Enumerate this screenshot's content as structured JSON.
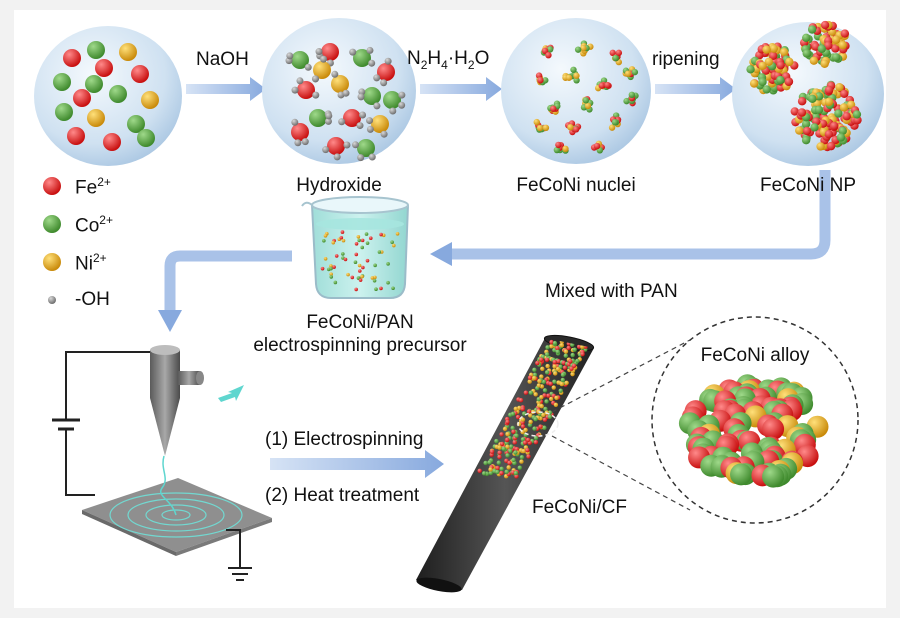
{
  "steps": {
    "naoh": "NaOH",
    "hydrazine_base": "N",
    "hydrazine_sub1": "2",
    "hydrazine_h": "H",
    "hydrazine_sub2": "4",
    "hydrazine_rest": "·H",
    "hydrazine_sub3": "2",
    "hydrazine_o": "O",
    "ripening": "ripening",
    "mixed_with_pan": "Mixed with PAN",
    "electrospinning": "(1) Electrospinning",
    "heat_treatment": "(2) Heat treatment"
  },
  "stages": {
    "hydroxide": "Hydroxide",
    "nuclei": "FeCoNi nuclei",
    "np": "FeCoNi NP",
    "precursor_line1": "FeCoNi/PAN",
    "precursor_line2": "electrospinning  precursor",
    "fiber": "FeCoNi/CF",
    "alloy": "FeCoNi alloy"
  },
  "legend": [
    {
      "base": "Fe",
      "sup": "2+",
      "color": "#e41b1b"
    },
    {
      "base": "Co",
      "sup": "2+",
      "color": "#4e9a3a"
    },
    {
      "base": "Ni",
      "sup": "2+",
      "color": "#e3a516"
    },
    {
      "base": "-OH",
      "sup": "",
      "color": "#7f7f7f"
    }
  ],
  "colors": {
    "fe": "#e41b1b",
    "co": "#4e9a3a",
    "ni": "#e3a516",
    "oh": "#8a8a8a",
    "arrow": "#9bb6e3",
    "bubble": "#c7dcef",
    "fiber": "#3a3a3a",
    "solution": "#8fdcd6"
  }
}
